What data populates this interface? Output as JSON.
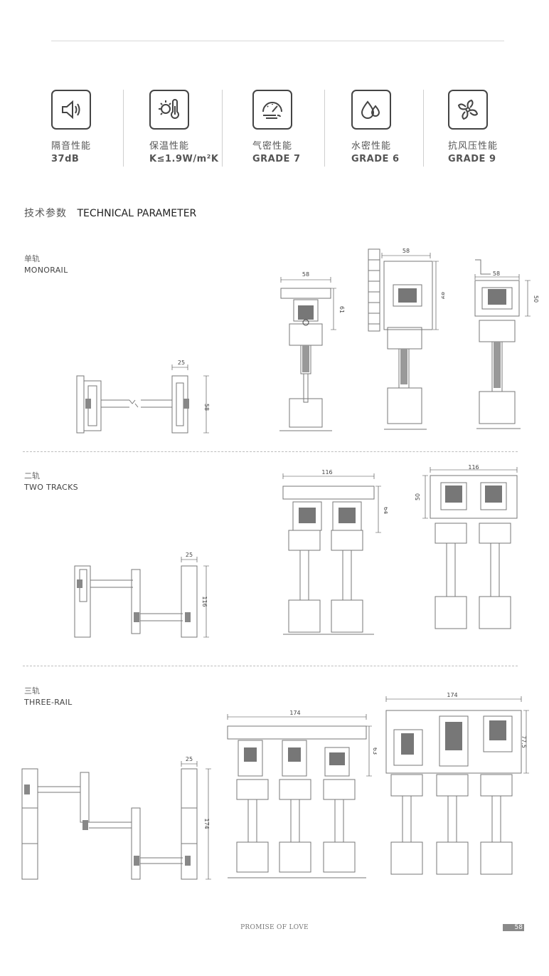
{
  "features": [
    {
      "title": "隔音性能",
      "value": "37dB",
      "icon": "sound-insulation-icon"
    },
    {
      "title": "保温性能",
      "value": "K≤1.9W/m²K",
      "icon": "thermal-insulation-icon"
    },
    {
      "title": "气密性能",
      "value": "GRADE 7",
      "icon": "airtightness-icon"
    },
    {
      "title": "水密性能",
      "value": "GRADE 6",
      "icon": "watertightness-icon"
    },
    {
      "title": "抗风压性能",
      "value": "GRADE 9",
      "icon": "wind-pressure-icon"
    }
  ],
  "section": {
    "title_cn": "技术参数",
    "title_en": "TECHNICAL PARAMETER"
  },
  "rows": [
    {
      "label_cn": "单轨",
      "label_en": "MONORAIL",
      "dims": {
        "plan_width": "25",
        "plan_height": "58",
        "d1_width": "58",
        "d1_height": "61",
        "d2_width": "58",
        "d2_height": "89",
        "d3_width": "58",
        "d3_height": "50"
      }
    },
    {
      "label_cn": "二轨",
      "label_en": "TWO TRACKS",
      "dims": {
        "plan_width": "25",
        "plan_height": "116",
        "d1_width": "116",
        "d1_height": "64",
        "d2_width": "116",
        "d2_height": "50"
      }
    },
    {
      "label_cn": "三轨",
      "label_en": "THREE-RAIL",
      "dims": {
        "plan_width": "25",
        "plan_height": "174",
        "d1_width": "174",
        "d1_height": "63",
        "d2_width": "174",
        "d2_height": "77.5"
      }
    }
  ],
  "footer": {
    "text": "PROMISE OF LOVE",
    "page": "58"
  }
}
